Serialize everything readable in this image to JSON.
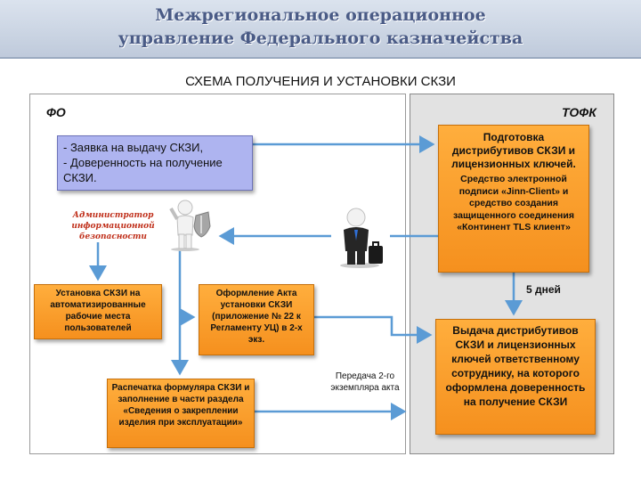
{
  "header": {
    "line1": "Межрегиональное операционное",
    "line2": "управление Федерального казначейства"
  },
  "title": "СХЕМА ПОЛУЧЕНИЯ И УСТАНОВКИ СКЗИ",
  "panels": {
    "left_label": "ФО",
    "right_label": "ТОФК"
  },
  "boxes": {
    "request_line1": "- Заявка на выдачу СКЗИ,",
    "request_line2": "- Доверенность на получение СКЗИ.",
    "preparation_title": "Подготовка дистрибутивов СКЗИ и лицензионных ключей.",
    "preparation_details": "Средство электронной подписи «Jinn-Client» и средство создания защищенного соединения «Континент TLS клиент»",
    "install": "Установка СКЗИ на автоматизированные рабочие места пользователей",
    "act": "Оформление Акта установки СКЗИ (приложение № 22 к Регламенту УЦ) в 2-х экз.",
    "print": "Распечатка формуляра СКЗИ и заполнение в части раздела «Сведения о закреплении изделия при эксплуатации»",
    "issue": "Выдача дистрибутивов СКЗИ и лицензионных ключей ответственному сотруднику, на которого оформлена доверенность на получение СКЗИ"
  },
  "labels": {
    "admin": "Администратор информационной безопасности",
    "transfer": "Передача 2-го экземпляра акта",
    "days": "5 дней"
  },
  "colors": {
    "request_box": "#aeb4f0",
    "orange_box": "#f7951f",
    "arrow": "#5b9bd5",
    "left_panel": "#ffffff",
    "right_panel": "#e2e2e2",
    "header_text": "#4a5b86",
    "admin_text": "#c0301b"
  },
  "icons": {
    "admin": "person-with-shield-icon",
    "courier": "businessman-with-briefcase-icon"
  }
}
